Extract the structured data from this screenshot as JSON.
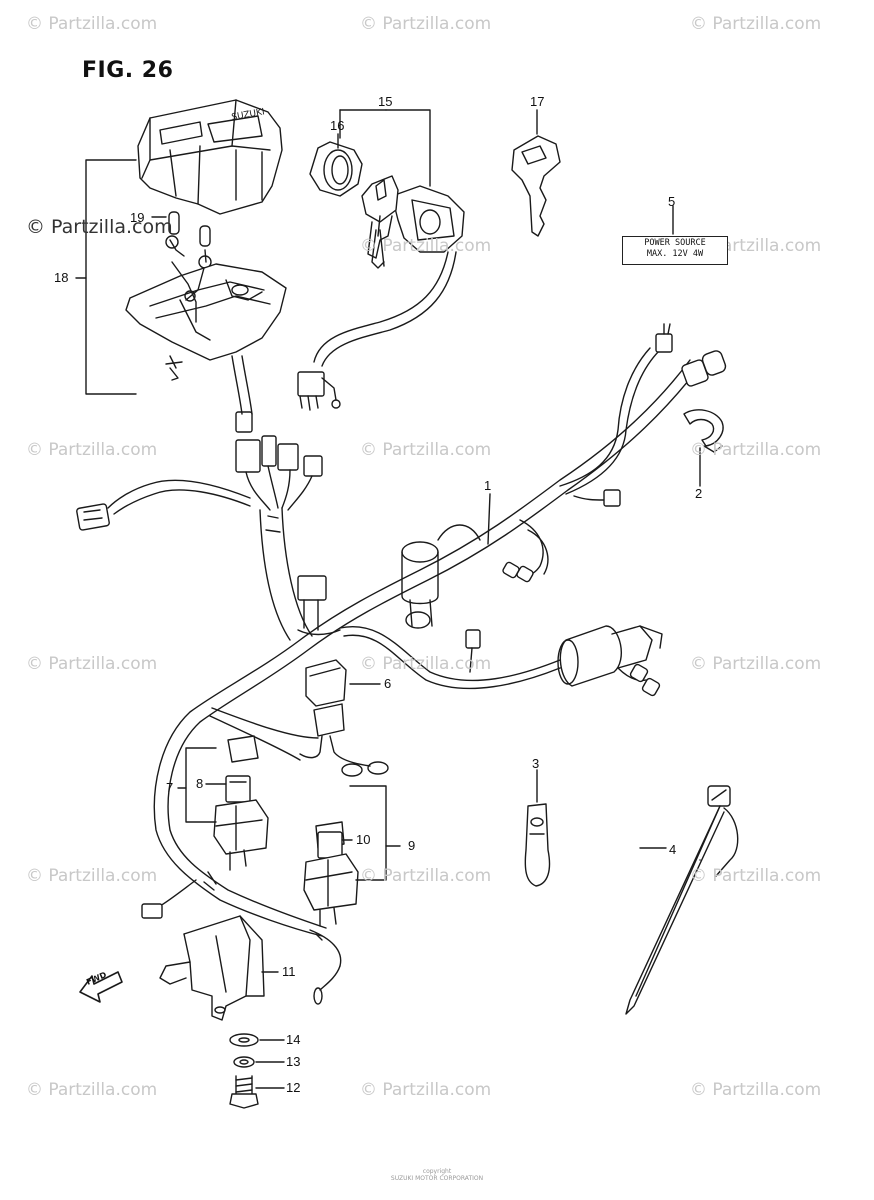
{
  "figure": {
    "title": "FIG. 26"
  },
  "watermarks": {
    "text": "© Partzilla.com",
    "main_text": "© Partzilla.com"
  },
  "power_label": {
    "line1": "POWER SOURCE",
    "line2": "MAX. 12V 4W"
  },
  "fwd_label": "FWD",
  "callouts": {
    "c1": "1",
    "c2": "2",
    "c3": "3",
    "c4": "4",
    "c5": "5",
    "c6": "6",
    "c7": "7",
    "c8": "8",
    "c9": "9",
    "c10": "10",
    "c11": "11",
    "c12": "12",
    "c13": "13",
    "c14": "14",
    "c15": "15",
    "c16": "16",
    "c17": "17",
    "c18": "18",
    "c19": "19"
  },
  "footer": {
    "line1": "copyright",
    "line2": "SUZUKI MOTOR CORPORATION"
  },
  "colors": {
    "line": "#1a1a1a",
    "watermark": "#c8c8c8",
    "background": "#ffffff"
  }
}
